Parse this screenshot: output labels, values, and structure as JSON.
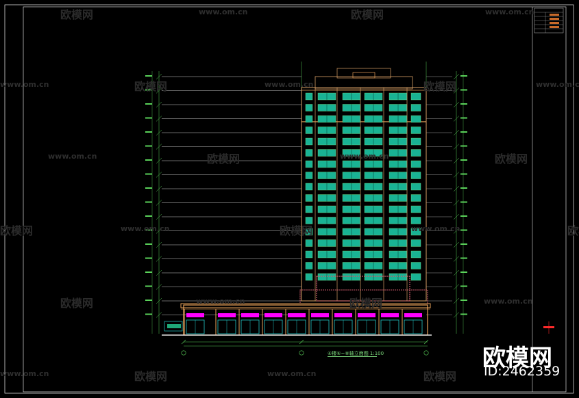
{
  "drawing": {
    "caption": "④楼⑥~⑧轴立面图 1:100",
    "colors": {
      "frame": "#d9d9d9",
      "level_line": "#e6e6e6",
      "dimension": "#5ad25a",
      "window_fill": "#19b394",
      "mullion": "#7ddc7d",
      "tower_outline": "#d9a066",
      "podium_top": "#e8a25a",
      "magenta": "#ff00ff",
      "door_cyan": "#22c8c8",
      "red_mark": "#ff2a2a",
      "title_block": "#bfbfbf"
    }
  },
  "watermarks": {
    "brand_cn": "欧模网",
    "url": "www.om.cn"
  },
  "brand": {
    "name": "欧模网",
    "id": "ID:2462359"
  }
}
